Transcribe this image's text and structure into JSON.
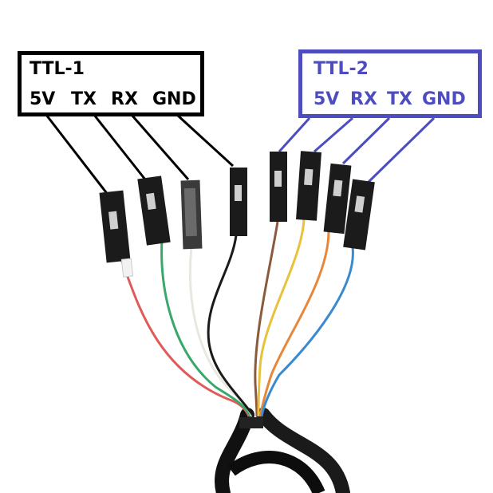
{
  "ttl1": {
    "title": "TTL-1",
    "pins": [
      "5V",
      "TX",
      "RX",
      "GND"
    ],
    "color": "#000000"
  },
  "ttl2": {
    "title": "TTL-2",
    "pins": [
      "5V",
      "RX",
      "TX",
      "GND"
    ],
    "color": "#4d4dc0"
  },
  "wire_colors": {
    "ttl1": [
      "#e05a5a",
      "#3aa86a",
      "#e8e8e0",
      "#1a1a1a"
    ],
    "ttl2": [
      "#8b5a3c",
      "#e8c23a",
      "#e8873a",
      "#3a8ad0"
    ]
  }
}
